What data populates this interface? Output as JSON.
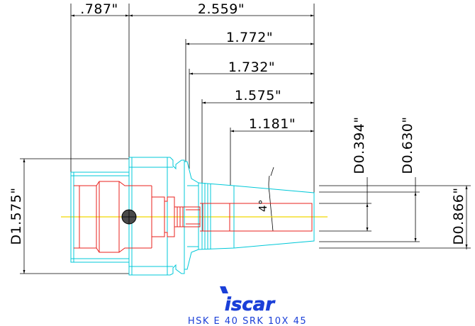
{
  "drawing": {
    "dimensions": {
      "len_787": ".787\"",
      "len_2559": "2.559\"",
      "len_1772": "1.772\"",
      "len_1732": "1.732\"",
      "len_1575": "1.575\"",
      "len_1181": "1.181\"",
      "dia_0394": "D0.394\"",
      "dia_0630": "D0.630\"",
      "dia_0866": "D0.866\"",
      "dia_1575": "D1.575\"",
      "taper_angle": "4°"
    },
    "logo_text": "iscar",
    "part_number": "HSK E 40 SRK 10X 45"
  },
  "colors": {
    "outline": "#00c8d8",
    "hidden": "#e8201c",
    "dimension": "#000000",
    "centerline": "#f0d800",
    "logo": "#1a3fd8"
  }
}
